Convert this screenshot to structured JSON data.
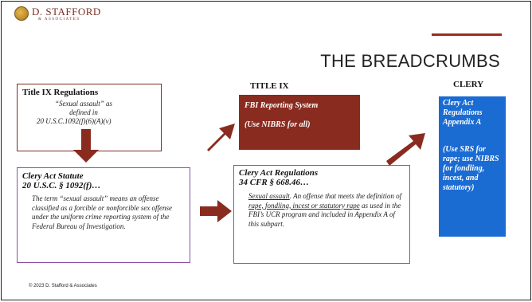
{
  "logo": {
    "name": "D. STAFFORD",
    "sub": "& ASSOCIATES"
  },
  "slide": {
    "title": "THE BREADCRUMBS"
  },
  "columns": {
    "title_ix": "TITLE IX",
    "clery": "CLERY"
  },
  "title_ix_box": {
    "heading": "Title IX Regulations",
    "line1": "“Sexual assault” as",
    "line2": "defined in",
    "line3": "20 U.S.C.1092(f)(6)(A)(v)"
  },
  "statute_box": {
    "heading1": "Clery Act Statute",
    "heading2": "20 U.S.C. § 1092(f)…",
    "body": "The term “sexual assault” means an offense classified as a forcible or nonforcible sex offense under the uniform crime reporting system of the Federal Bureau of Investigation."
  },
  "fbi_box": {
    "line1": "FBI Reporting System",
    "line2": "(Use NIBRS for all)"
  },
  "regs_box": {
    "heading1": "Clery Act Regulations",
    "heading2": "34 CFR § 668.46…",
    "term": "Sexual assault",
    "text1": ". An offense that meets the",
    "text2": "definition of ",
    "underlined": "rape, fondling, incest or statutory rape",
    "text3": " as used in the FBI’s UCR program and included in Appendix A of this subpart."
  },
  "clery_box": {
    "line1": "Clery Act Regulations Appendix A",
    "line2": "(Use SRS for rape; use NIBRS for fondling, incest, and statutory)"
  },
  "footer": {
    "copyright": "© 2023 D. Stafford & Associates"
  },
  "colors": {
    "accent_red": "#8a2b20",
    "accent_blue": "#1a6bd2",
    "purple_border": "#8b4fa6"
  },
  "icons": [
    "arrow-down-icon",
    "arrow-up-right-icon",
    "arrow-right-icon",
    "arrow-up-right-icon"
  ]
}
